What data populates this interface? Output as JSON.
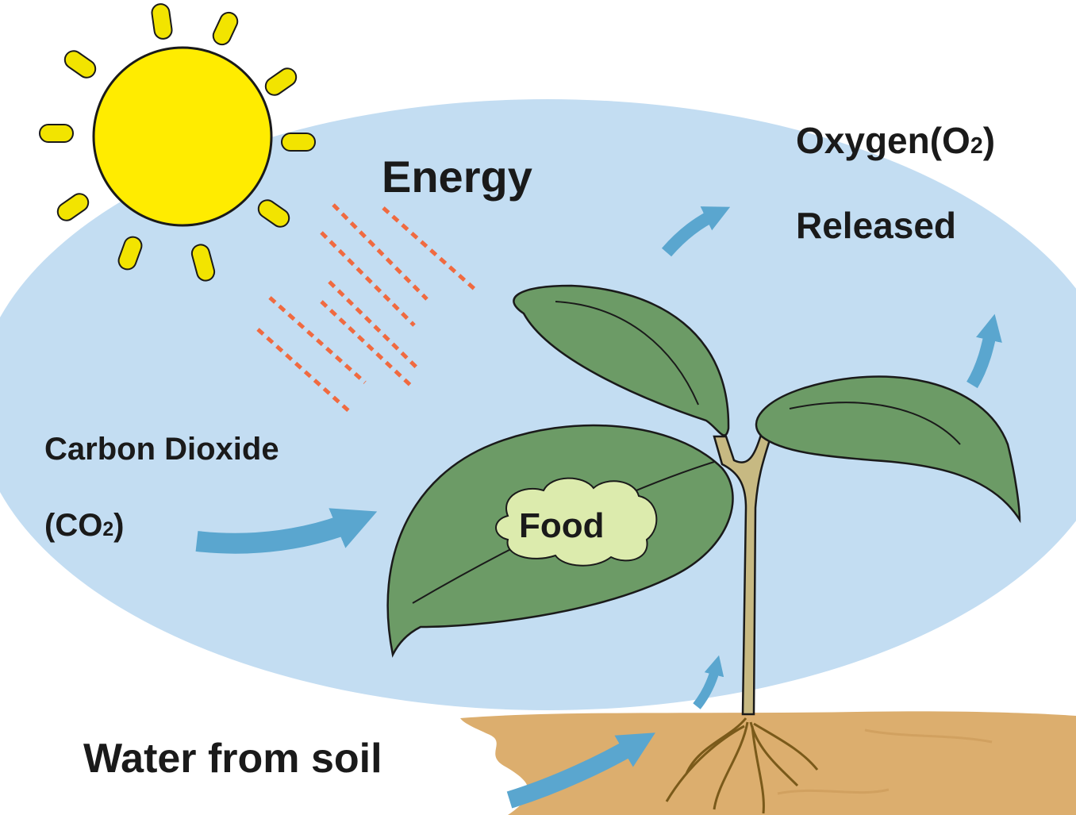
{
  "labels": {
    "energy": "Energy",
    "oxygen": "Oxygen(O",
    "oxygen_sub": "2",
    "oxygen_close": ")",
    "released": "Released",
    "carbon_dioxide": "Carbon Dioxide",
    "co2_open": "(CO",
    "co2_sub": "2",
    "co2_close": ")",
    "food": "Food",
    "water": "Water from soil"
  },
  "colors": {
    "sky": "#c3ddf2",
    "sun": "#ffec00",
    "rays": "#f2e400",
    "leaf": "#6c9b66",
    "leaf_dark": "#587f53",
    "soil": "#dcae6e",
    "arrow": "#5aa6cf",
    "energy_lines": "#f06a40",
    "food_cloud": "#dcebad",
    "stem": "#c7b982"
  }
}
